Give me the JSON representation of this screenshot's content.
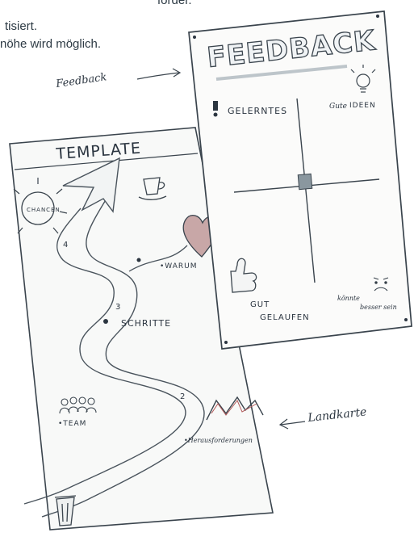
{
  "intro_text": {
    "line1": "forder.",
    "line2": "tisiert.",
    "line3": "nöhe wird möglich."
  },
  "feedback_board": {
    "title": "FEEDBACK",
    "label_geleruntes": "GELERNTES",
    "label_gute_ideen_1": "Gute",
    "label_gute_ideen_2": "IDEEN",
    "label_gut_gelaufen_1": "GUT",
    "label_gut_gelaufen_2": "GELAUFEN",
    "label_koennte_1": "könnte",
    "label_koennte_2": "besser sein"
  },
  "template_board": {
    "title": "TEMPLATE",
    "chancen": "CHANCEN",
    "warum": "•WARUM",
    "schritte": "SCHRITTE",
    "team": "•TEAM",
    "herausforderungen": "•Herausforderungen",
    "step_3": "3",
    "step_2": "2",
    "step_4": "4"
  },
  "annotations": {
    "feedback_label": "Feedback",
    "landkarte_label": "Landkarte"
  },
  "colors": {
    "ink": "#2b3540",
    "pencil_gray": "#7d8a93",
    "paper": "#f7f8f7",
    "accent_blue": "#9fb3c4",
    "accent_red": "#b35a5a"
  }
}
